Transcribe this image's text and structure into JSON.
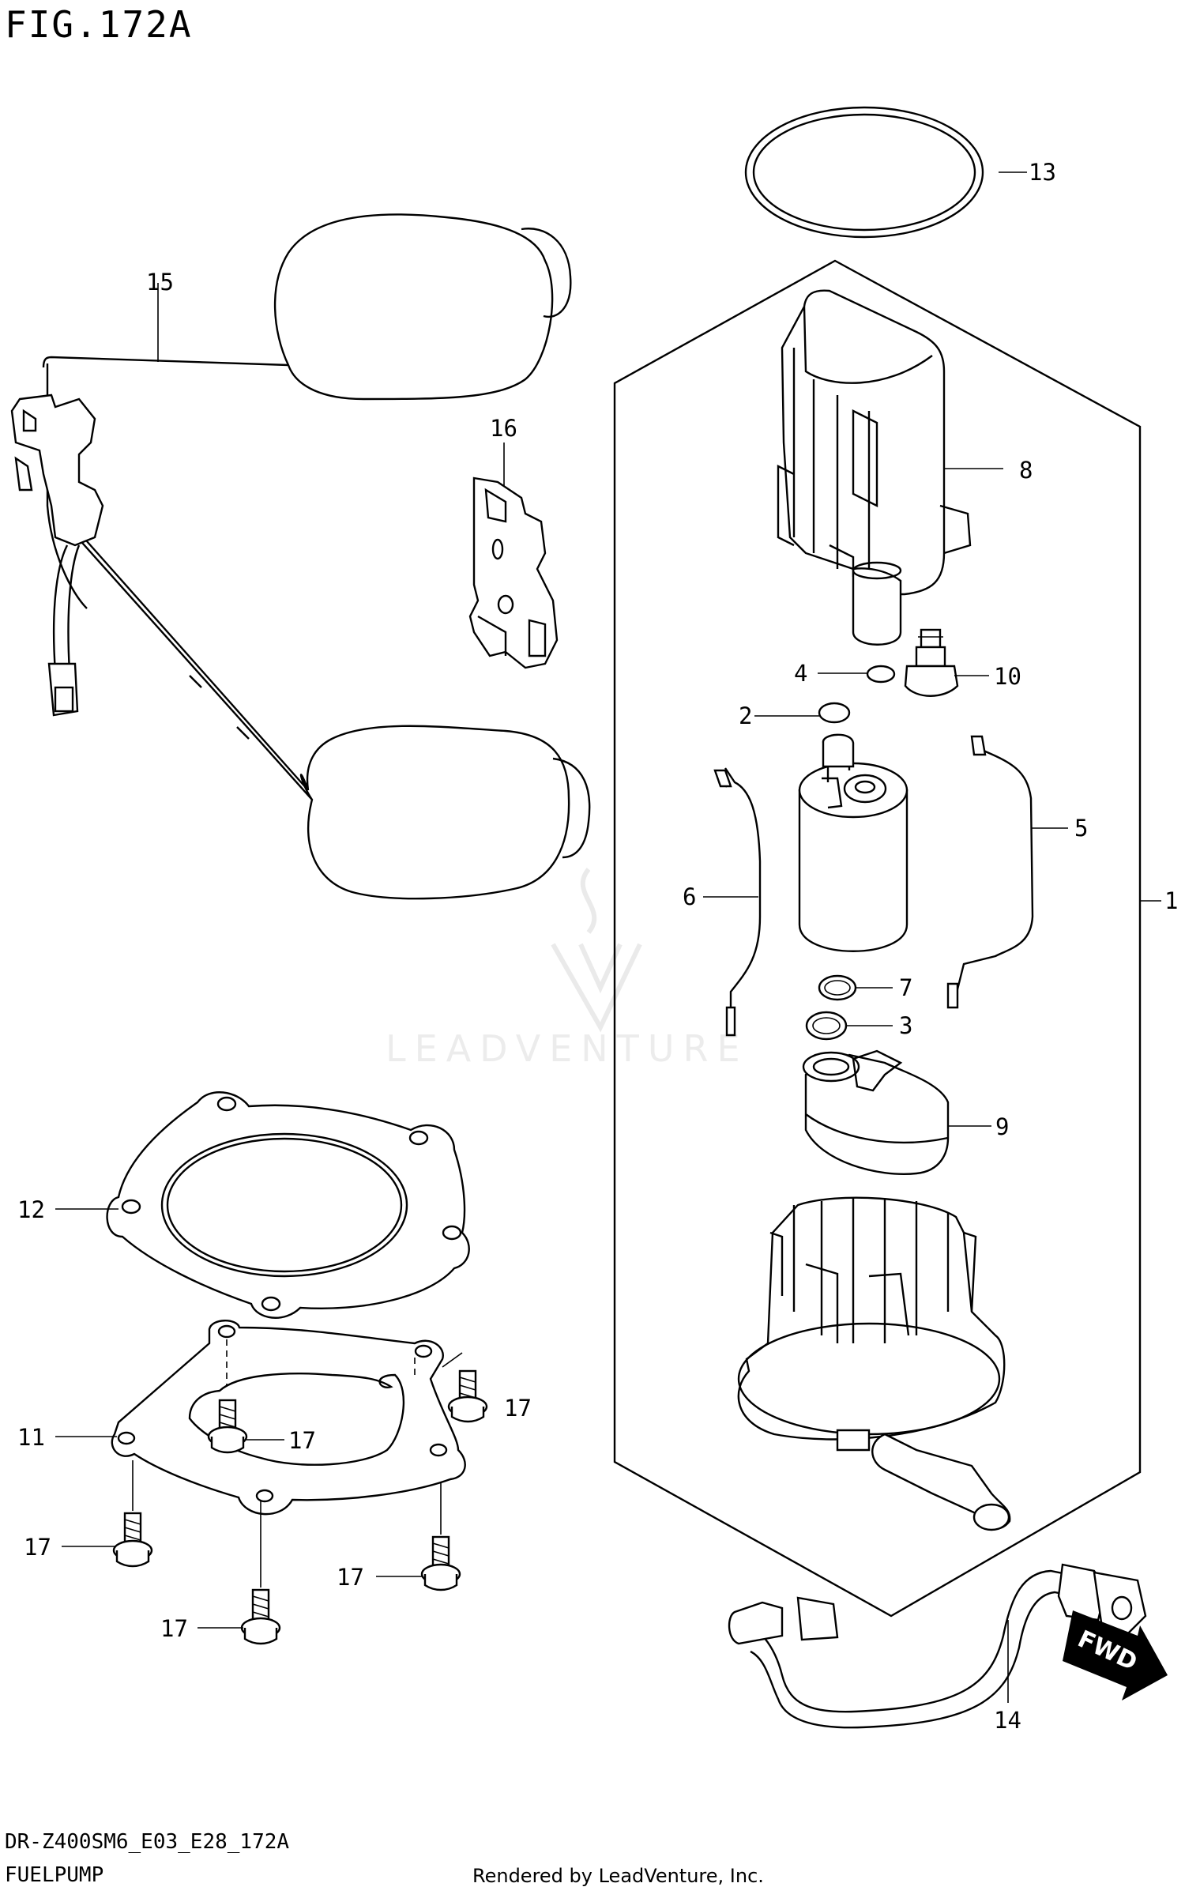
{
  "header": {
    "figure_id": "FIG.172A"
  },
  "footer": {
    "model_code": "DR-Z400SM6_E03_E28_172A",
    "section_name": "FUELPUMP",
    "credit": "Rendered by LeadVenture, Inc."
  },
  "watermark": {
    "text": "LEADVENTURE"
  },
  "direction_badge": {
    "label": "FWD"
  },
  "callouts": [
    {
      "id": "1",
      "part": "fuel-pump-assembly"
    },
    {
      "id": "2",
      "part": "o-ring"
    },
    {
      "id": "3",
      "part": "o-ring"
    },
    {
      "id": "4",
      "part": "o-ring"
    },
    {
      "id": "5",
      "part": "lead-wire"
    },
    {
      "id": "6",
      "part": "lead-wire"
    },
    {
      "id": "7",
      "part": "o-ring"
    },
    {
      "id": "8",
      "part": "fuel-filter-case"
    },
    {
      "id": "9",
      "part": "pump-holder"
    },
    {
      "id": "10",
      "part": "pressure-regulator"
    },
    {
      "id": "11",
      "part": "plate"
    },
    {
      "id": "12",
      "part": "gasket"
    },
    {
      "id": "13",
      "part": "o-ring-large"
    },
    {
      "id": "14",
      "part": "fuel-hose"
    },
    {
      "id": "15",
      "part": "fuel-level-gauge"
    },
    {
      "id": "16",
      "part": "bracket"
    },
    {
      "id": "17",
      "part": "bolt"
    }
  ]
}
